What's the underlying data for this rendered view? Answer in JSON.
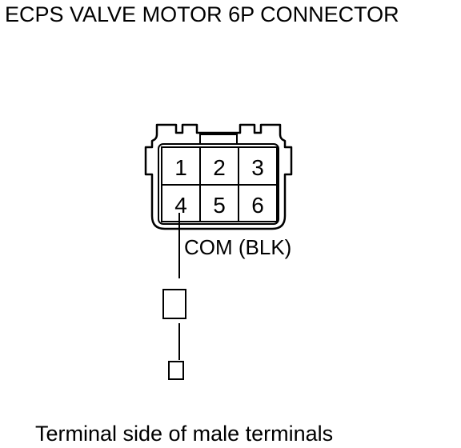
{
  "title": "ECPS VALVE MOTOR 6P CONNECTOR",
  "caption": "Terminal side of male terminals",
  "connector": {
    "pins": [
      "1",
      "2",
      "3",
      "4",
      "5",
      "6"
    ]
  },
  "wire_label": "COM (BLK)",
  "colors": {
    "line": "#000000",
    "background": "#ffffff"
  }
}
